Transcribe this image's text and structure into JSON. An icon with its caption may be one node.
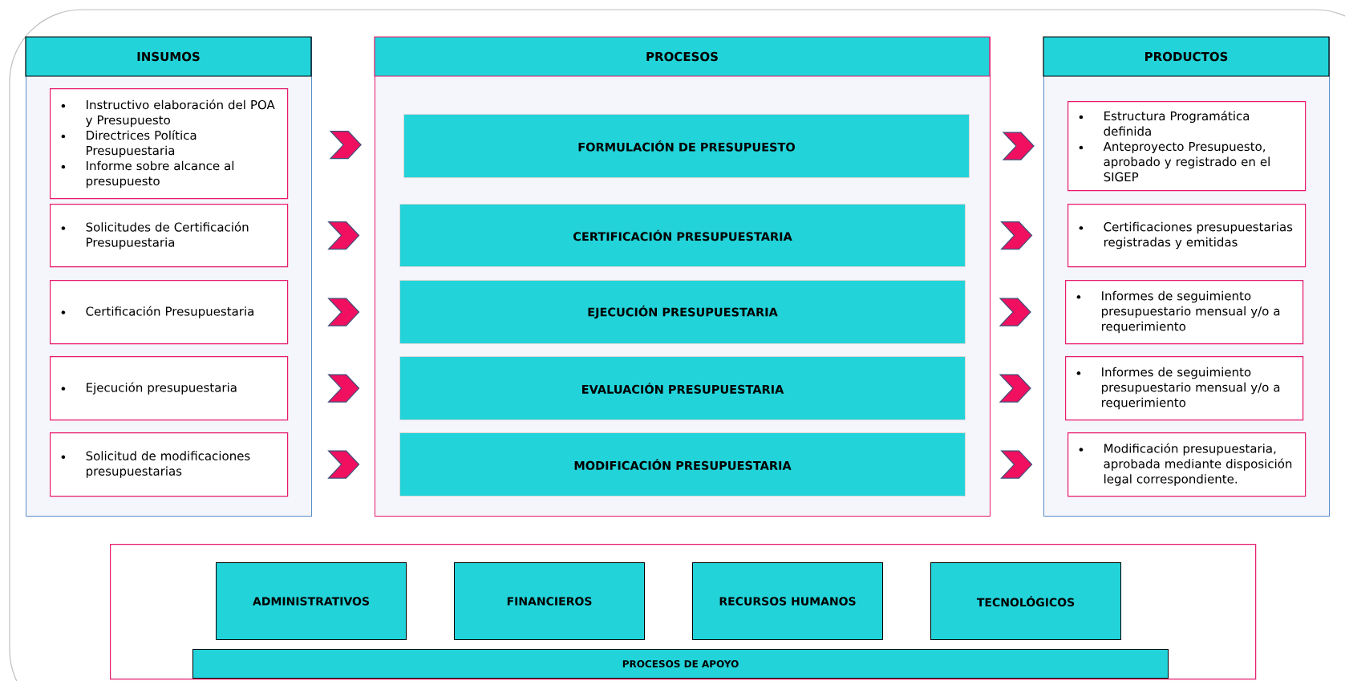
{
  "diagram": {
    "nodes": [
      {
        "text": [
          "INSUMOS"
        ]
      },
      {
        "text": [
          "Instructivo elaboración del POA y Presupuesto",
          "Directrices Política Presupuestaria",
          "Informe sobre alcance al presupuesto"
        ],
        "in": 0
      },
      {
        "text": [
          "Solicitudes de Certificación Presupuestaria"
        ],
        "in": 0
      },
      {
        "text": [
          "Certificación Presupuestaria"
        ],
        "in": 0
      },
      {
        "text": [
          "Ejecución presupuestaria"
        ],
        "in": 0
      },
      {
        "text": [
          "Solicitud de modificaciones presupuestarias"
        ],
        "in": 0
      },
      {
        "text": [
          "PROCESOS"
        ]
      },
      {
        "text": [
          "FORMULACIÓN DE PRESUPUESTO"
        ],
        "in": 6
      },
      {
        "text": [
          "CERTIFICACIÓN PRESUPUESTARIA"
        ],
        "in": 6
      },
      {
        "text": [
          "EJECUCIÓN PRESUPUESTARIA"
        ],
        "in": 6
      },
      {
        "text": [
          "EVALUACIÓN PRESUPUESTARIA"
        ],
        "in": 6
      },
      {
        "text": [
          "MODIFICACIÓN PRESUPUESTARIA"
        ],
        "in": 6
      },
      {
        "text": [
          "PRODUCTOS"
        ]
      },
      {
        "text": [
          "Estructura Programática definida",
          "Anteproyecto Presupuesto, aprobado y registrado en el SIGEP"
        ],
        "in": 12
      },
      {
        "text": [
          "Certificaciones presupuestarias registradas y emitidas"
        ],
        "in": 12
      },
      {
        "text": [
          "Informes de seguimiento presupuestario mensual y/o a requerimiento"
        ],
        "in": 12
      },
      {
        "text": [
          "Informes de seguimiento presupuestario mensual y/o a requerimiento"
        ],
        "in": 12
      },
      {
        "text": [
          "Modificación presupuestaria, aprobada mediante disposición legal correspondiente."
        ],
        "in": 12
      },
      {
        "text": [],
        "shape": "box"
      },
      {
        "text": [
          "ADMINISTRATIVOS"
        ],
        "in": 18
      },
      {
        "text": [
          "FINANCIEROS"
        ],
        "in": 18
      },
      {
        "text": [
          "RECURSOS HUMANOS"
        ],
        "in": 18
      },
      {
        "text": [
          "TECNOLÓGICOS"
        ],
        "in": 18
      },
      {
        "text": [
          "PROCESOS DE APOYO"
        ],
        "in": 18
      }
    ],
    "edges": [
      {
        "from": 1,
        "to": 7,
        "arrow": "to"
      },
      {
        "from": 2,
        "to": 8,
        "arrow": "to"
      },
      {
        "from": 3,
        "to": 9,
        "arrow": "to"
      },
      {
        "from": 4,
        "to": 10,
        "arrow": "to"
      },
      {
        "from": 5,
        "to": 11,
        "arrow": "to"
      },
      {
        "from": 7,
        "to": 13,
        "arrow": "to"
      },
      {
        "from": 8,
        "to": 14,
        "arrow": "to"
      },
      {
        "from": 9,
        "to": 15,
        "arrow": "to"
      },
      {
        "from": 10,
        "to": 16,
        "arrow": "to"
      },
      {
        "from": 11,
        "to": 17,
        "arrow": "to"
      }
    ]
  }
}
